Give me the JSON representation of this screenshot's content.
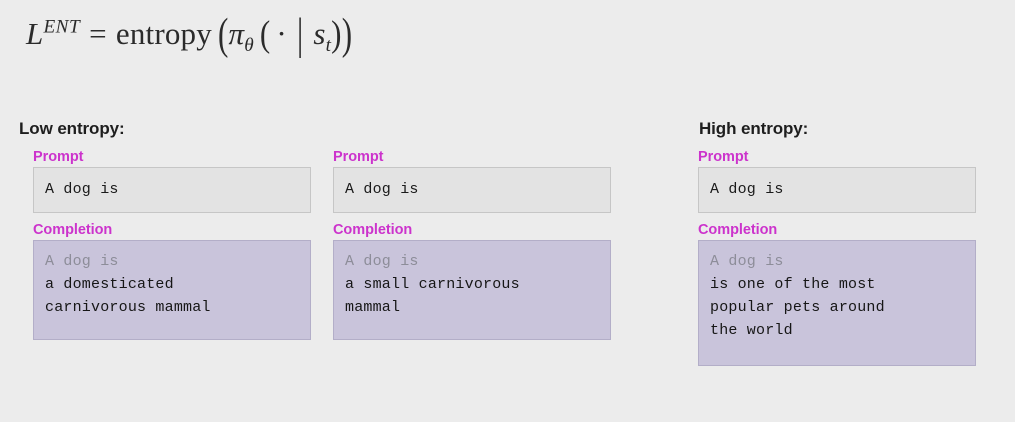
{
  "formula": {
    "loss_symbol": "L",
    "loss_superscript": "ENT",
    "equals": "=",
    "operator": "entropy",
    "policy_symbol": "π",
    "policy_subscript": "θ",
    "dot": "·",
    "given": "|",
    "state_symbol": "s",
    "state_subscript": "t",
    "plain_text": "L^ENT = entropy(π_θ(· | s_t))"
  },
  "colors": {
    "background": "#ececec",
    "label_magenta": "#cc33cc",
    "prompt_box_fill": "#e3e3e3",
    "prompt_box_border": "#c6c6c6",
    "completion_box_fill": "#c9c4db",
    "completion_box_border": "#b3aec8",
    "echo_text": "#8d8d99",
    "body_text": "#1a1a1a"
  },
  "groups": [
    {
      "id": "low",
      "title": "Low entropy:",
      "columns": [
        {
          "prompt_label": "Prompt",
          "prompt_text": "A dog is",
          "completion_label": "Completion",
          "completion_echo": "A dog is",
          "completion_text": "a domesticated\ncarnivorous mammal"
        },
        {
          "prompt_label": "Prompt",
          "prompt_text": "A dog is",
          "completion_label": "Completion",
          "completion_echo": "A dog is",
          "completion_text": "a small carnivorous\nmammal"
        }
      ]
    },
    {
      "id": "high",
      "title": "High entropy:",
      "columns": [
        {
          "prompt_label": "Prompt",
          "prompt_text": "A dog is",
          "completion_label": "Completion",
          "completion_echo": "A dog is",
          "completion_text": "is one of the most\npopular pets around\nthe world"
        }
      ]
    }
  ]
}
